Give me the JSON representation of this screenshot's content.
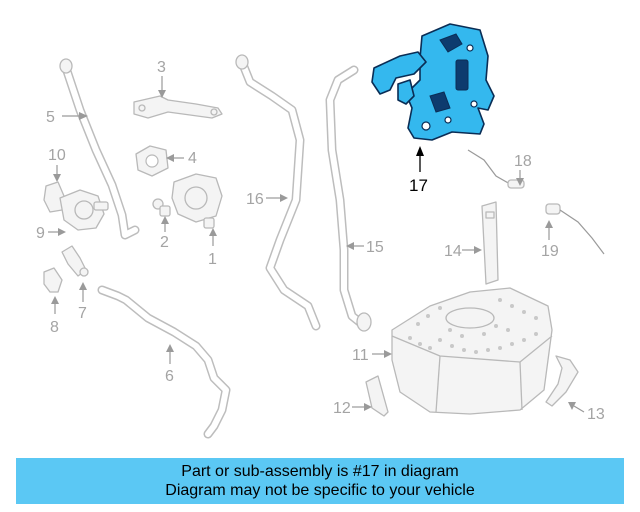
{
  "callouts": [
    "1",
    "2",
    "3",
    "4",
    "5",
    "6",
    "7",
    "8",
    "9",
    "10",
    "11",
    "12",
    "13",
    "14",
    "15",
    "16",
    "17",
    "18",
    "19"
  ],
  "highlighted_callout": "17",
  "banner": {
    "line1": "Part or sub-assembly is #17 in diagram",
    "line2": "Diagram may not be specific to your vehicle"
  },
  "colors": {
    "highlight_fill": "#34b8ee",
    "highlight_outline": "#0a2d55",
    "banner_background": "#5bc8f4",
    "other_parts": "#b9b9b9"
  }
}
